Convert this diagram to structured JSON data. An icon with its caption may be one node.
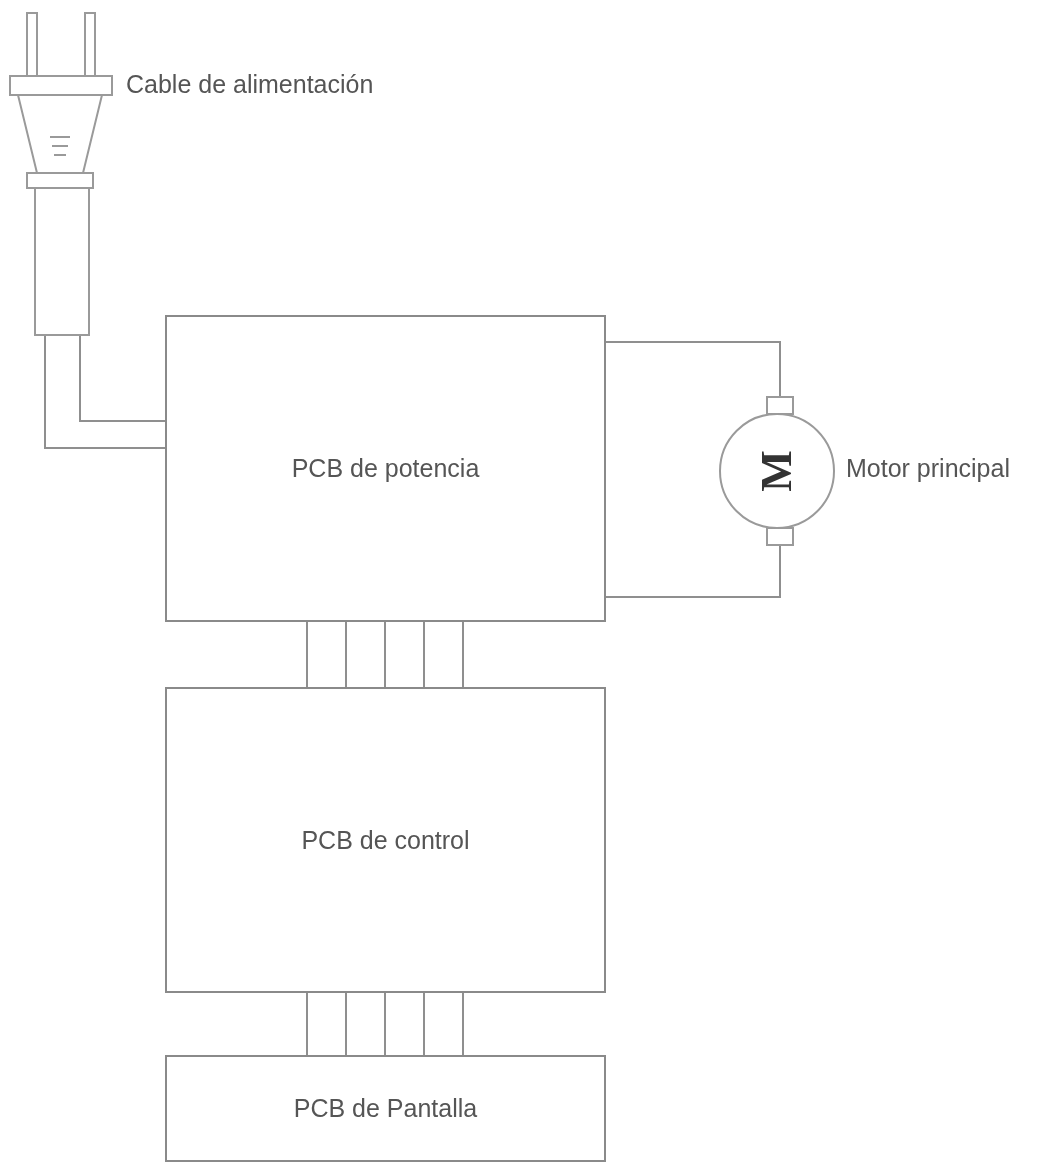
{
  "diagram": {
    "nodes": [
      {
        "text": [],
        "shape": "plug",
        "beside": [
          "Cable de alimentación"
        ]
      },
      {
        "text": [
          "PCB de potencia"
        ]
      },
      {
        "text": [
          "M"
        ],
        "beside": [
          "Motor principal"
        ]
      },
      {
        "text": [
          "PCB de control"
        ]
      },
      {
        "text": [
          "PCB de Pantalla"
        ]
      }
    ],
    "edges": [
      {
        "from": 0,
        "to": 1,
        "arrow": "none"
      },
      {
        "from": 0,
        "to": 1,
        "arrow": "none"
      },
      {
        "from": 1,
        "to": 2,
        "arrow": "none"
      },
      {
        "from": 1,
        "to": 2,
        "arrow": "none"
      },
      {
        "from": 1,
        "to": 3,
        "arrow": "none"
      },
      {
        "from": 1,
        "to": 3,
        "arrow": "none"
      },
      {
        "from": 1,
        "to": 3,
        "arrow": "none"
      },
      {
        "from": 1,
        "to": 3,
        "arrow": "none"
      },
      {
        "from": 1,
        "to": 3,
        "arrow": "none"
      },
      {
        "from": 3,
        "to": 4,
        "arrow": "none"
      },
      {
        "from": 3,
        "to": 4,
        "arrow": "none"
      },
      {
        "from": 3,
        "to": 4,
        "arrow": "none"
      },
      {
        "from": 3,
        "to": 4,
        "arrow": "none"
      },
      {
        "from": 3,
        "to": 4,
        "arrow": "none"
      }
    ]
  }
}
